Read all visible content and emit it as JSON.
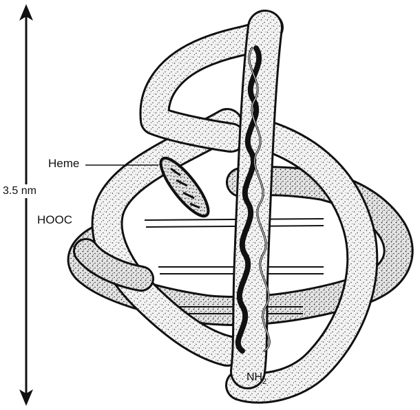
{
  "figure": {
    "scale_label": "3.5 nm",
    "heme_label": "Heme",
    "hooc_label": "HOOC",
    "nh2_label": {
      "base": "NH",
      "subscript": "2"
    }
  },
  "colors": {
    "ink": "#111111",
    "stipple_fill": "#ececec",
    "background": "#ffffff"
  }
}
